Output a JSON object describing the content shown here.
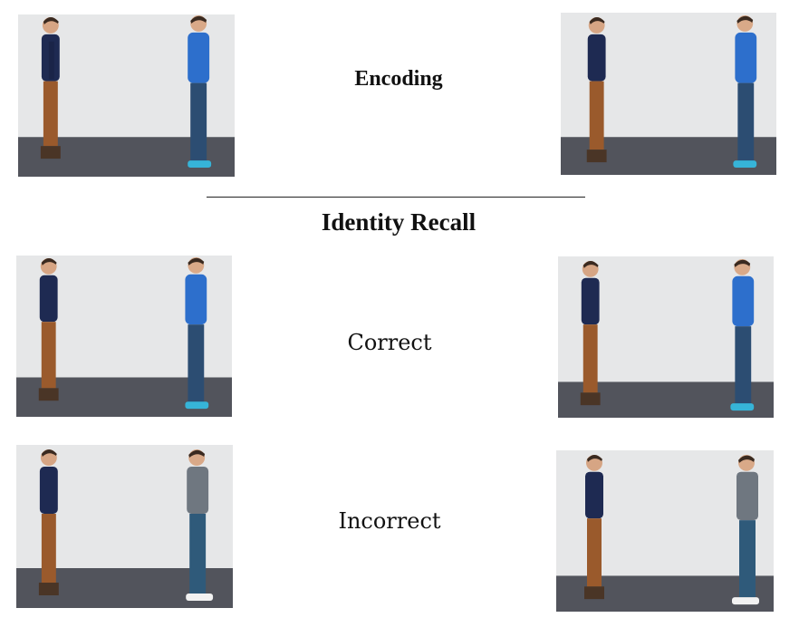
{
  "labels": {
    "encoding": "Encoding",
    "identity_recall": "Identity Recall",
    "correct": "Correct",
    "incorrect": "Incorrect"
  },
  "colors": {
    "wall": "#e4e5e6",
    "floor": "#52545c",
    "left_person_shirt": "#1e2a52",
    "left_person_pants": "#9a5a2c",
    "blue_sweater": "#2d6fcc",
    "jeans": "#2c4d72",
    "gray_shirt": "#6f7780",
    "teal_shoes": "#36b4d8",
    "white_shoes": "#f2f2f2"
  },
  "panels": [
    {
      "id": "encoding-left",
      "right_person": "blue-sweater",
      "right_facing": "right"
    },
    {
      "id": "encoding-right",
      "right_person": "blue-sweater",
      "right_facing": "left"
    },
    {
      "id": "correct-left",
      "right_person": "blue-sweater",
      "right_facing": "right"
    },
    {
      "id": "correct-right",
      "right_person": "blue-sweater",
      "right_facing": "left"
    },
    {
      "id": "incorrect-left",
      "right_person": "gray-shirt",
      "right_facing": "right"
    },
    {
      "id": "incorrect-right",
      "right_person": "gray-shirt",
      "right_facing": "left"
    }
  ]
}
